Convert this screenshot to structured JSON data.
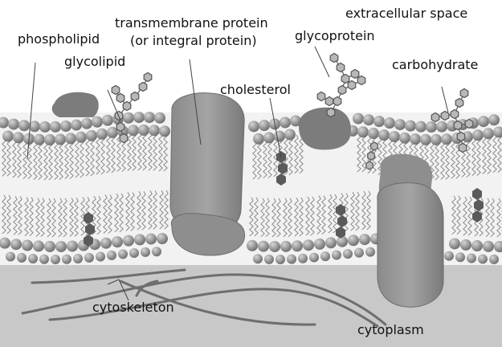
{
  "labels": {
    "phospholipid": "phospholipid",
    "glycolipid": "glycolipid",
    "transmembrane_line1": "transmembrane protein",
    "transmembrane_line2": "(or integral protein)",
    "glycoprotein": "glycoprotein",
    "extracellular": "extracellular space",
    "carbohydrate": "carbohydrate",
    "cholesterol": "cholesterol",
    "cytoskeleton": "cytoskeleton",
    "cytoplasm": "cytoplasm"
  },
  "colors": {
    "background": "#ffffff",
    "extracellular": "#ffffff",
    "cytoplasm": "#c8c8c8",
    "head": "#9a9a9a",
    "head_dark": "#7a7a7a",
    "protein": "#9c9c9c",
    "protein_dark": "#6e6e6e",
    "tail": "#8a8a8a",
    "leader": "#444444",
    "cytoskeleton": "#707070"
  }
}
